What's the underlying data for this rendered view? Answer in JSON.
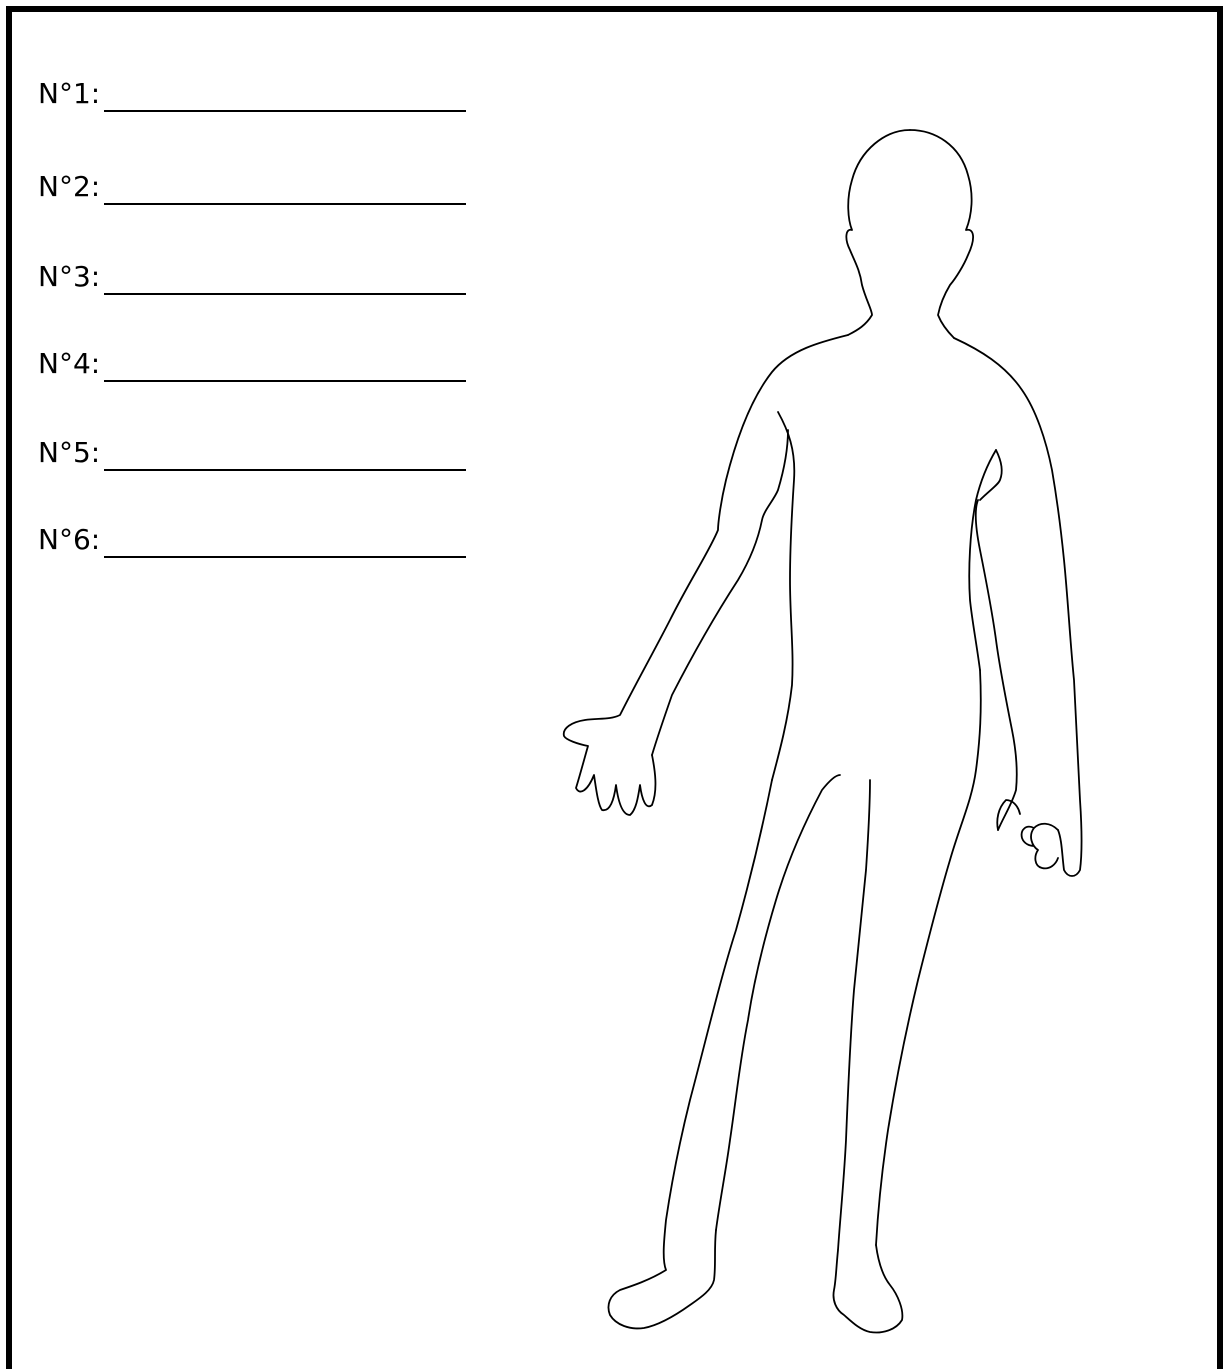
{
  "labels": [
    {
      "text": "N°1:"
    },
    {
      "text": "N°2:"
    },
    {
      "text": "N°3:"
    },
    {
      "text": "N°4:"
    },
    {
      "text": "N°5:"
    },
    {
      "text": "N°6:"
    }
  ],
  "colors": {
    "border": "#000000",
    "background": "#ffffff",
    "ink": "#000000"
  },
  "figure": {
    "icon": "human-body-outline-icon"
  }
}
